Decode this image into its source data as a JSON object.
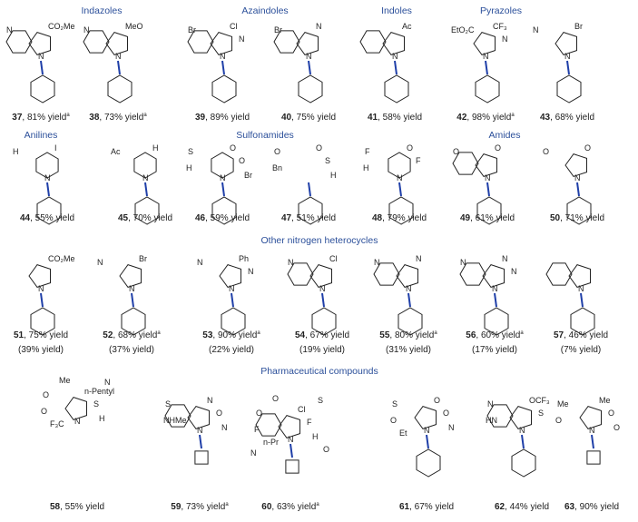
{
  "headings": {
    "indazoles": "Indazoles",
    "azaindoles": "Azaindoles",
    "indoles": "Indoles",
    "pyrazoles": "Pyrazoles",
    "anilines": "Anilines",
    "sulfonamides": "Sulfonamides",
    "amides": "Amides",
    "other": "Other nitrogen heterocycles",
    "pharma": "Pharmaceutical compounds"
  },
  "compounds": [
    {
      "id": "37",
      "yield": "81% yield",
      "note": "a",
      "labels": [
        "CO₂Me",
        "N"
      ]
    },
    {
      "id": "38",
      "yield": "73% yield",
      "note": "a",
      "labels": [
        "MeO",
        "N"
      ]
    },
    {
      "id": "39",
      "yield": "89% yield",
      "note": "",
      "labels": [
        "Cl",
        "Br",
        "N"
      ]
    },
    {
      "id": "40",
      "yield": "75% yield",
      "note": "",
      "labels": [
        "N",
        "Br"
      ]
    },
    {
      "id": "41",
      "yield": "58% yield",
      "note": "",
      "labels": [
        "Ac"
      ]
    },
    {
      "id": "42",
      "yield": "98% yield",
      "note": "a",
      "labels": [
        "CF₃",
        "EtO₂C",
        "N"
      ]
    },
    {
      "id": "43",
      "yield": "68% yield",
      "note": "",
      "labels": [
        "Br",
        "N"
      ]
    },
    {
      "id": "44",
      "yield": "55% yield",
      "note": "",
      "labels": [
        "I",
        "H"
      ]
    },
    {
      "id": "45",
      "yield": "70% yield",
      "note": "",
      "labels": [
        "H",
        "Ac"
      ]
    },
    {
      "id": "46",
      "yield": "59% yield",
      "note": "",
      "labels": [
        "O",
        "S",
        "O",
        "H",
        "Br"
      ]
    },
    {
      "id": "47",
      "yield": "51% yield",
      "note": "",
      "labels": [
        "O",
        "O",
        "S",
        "Bn",
        "H"
      ]
    },
    {
      "id": "48",
      "yield": "79% yield",
      "note": "",
      "labels": [
        "O",
        "F",
        "F",
        "H"
      ]
    },
    {
      "id": "49",
      "yield": "61% yield",
      "note": "",
      "labels": [
        "O",
        "O"
      ]
    },
    {
      "id": "50",
      "yield": "71% yield",
      "note": "",
      "labels": [
        "O",
        "O"
      ]
    },
    {
      "id": "51",
      "yield": "75% yield",
      "note": "",
      "second": "(39% yield)",
      "labels": [
        "CO₂Me"
      ]
    },
    {
      "id": "52",
      "yield": "68% yield",
      "note": "a",
      "second": "(37% yield)",
      "labels": [
        "Br",
        "N"
      ]
    },
    {
      "id": "53",
      "yield": "90% yield",
      "note": "a",
      "second": "(22% yield)",
      "labels": [
        "Ph",
        "N",
        "N"
      ]
    },
    {
      "id": "54",
      "yield": "67% yield",
      "note": "",
      "second": "(19% yield)",
      "labels": [
        "Cl",
        "N"
      ]
    },
    {
      "id": "55",
      "yield": "80% yield",
      "note": "a",
      "second": "(31% yield)",
      "labels": [
        "N",
        "N"
      ]
    },
    {
      "id": "56",
      "yield": "60% yield",
      "note": "a",
      "second": "(17% yield)",
      "labels": [
        "N",
        "N",
        "N"
      ]
    },
    {
      "id": "57",
      "yield": "46% yield",
      "note": "",
      "second": "(7% yield)",
      "labels": []
    },
    {
      "id": "58",
      "yield": "55% yield",
      "note": "",
      "labels": [
        "n-Pentyl",
        "O",
        "S",
        "O",
        "H",
        "F₃C",
        "N",
        "Me"
      ]
    },
    {
      "id": "59",
      "yield": "73% yield",
      "note": "a",
      "labels": [
        "N",
        "S",
        "O",
        "NHMe",
        "N"
      ]
    },
    {
      "id": "60",
      "yield": "63% yield",
      "note": "a",
      "labels": [
        "Cl",
        "O",
        "F",
        "F",
        "H",
        "n-Pr",
        "S",
        "O",
        "O",
        "N"
      ]
    },
    {
      "id": "61",
      "yield": "67% yield",
      "note": "",
      "labels": [
        "O",
        "S",
        "O",
        "O",
        "N",
        "Et"
      ]
    },
    {
      "id": "62",
      "yield": "44% yield",
      "note": "",
      "labels": [
        "OCF₃",
        "N",
        "S",
        "HN"
      ]
    },
    {
      "id": "63",
      "yield": "90% yield",
      "note": "",
      "labels": [
        "Me",
        "Me",
        "O",
        "O",
        "O"
      ]
    }
  ],
  "n_label": "N",
  "colors": {
    "heading": "#2b4f9a",
    "bond_highlight": "#1f3fa8"
  }
}
